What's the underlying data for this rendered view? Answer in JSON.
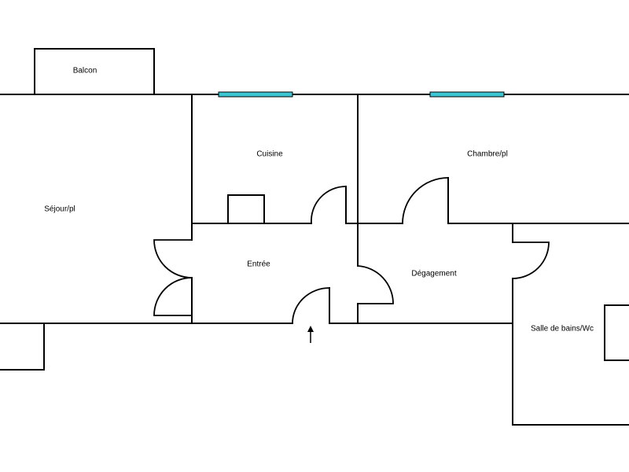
{
  "floor_plan": {
    "rooms": {
      "balcon": "Balcon",
      "sejour": "Séjour/pl",
      "cuisine": "Cuisine",
      "chambre": "Chambre/pl",
      "entree": "Entrée",
      "degagement": "Dégagement",
      "sdb": "Salle de bains/Wc"
    },
    "colors": {
      "wall": "#000000",
      "window": "#3cc6d2",
      "background": "#ffffff"
    }
  }
}
